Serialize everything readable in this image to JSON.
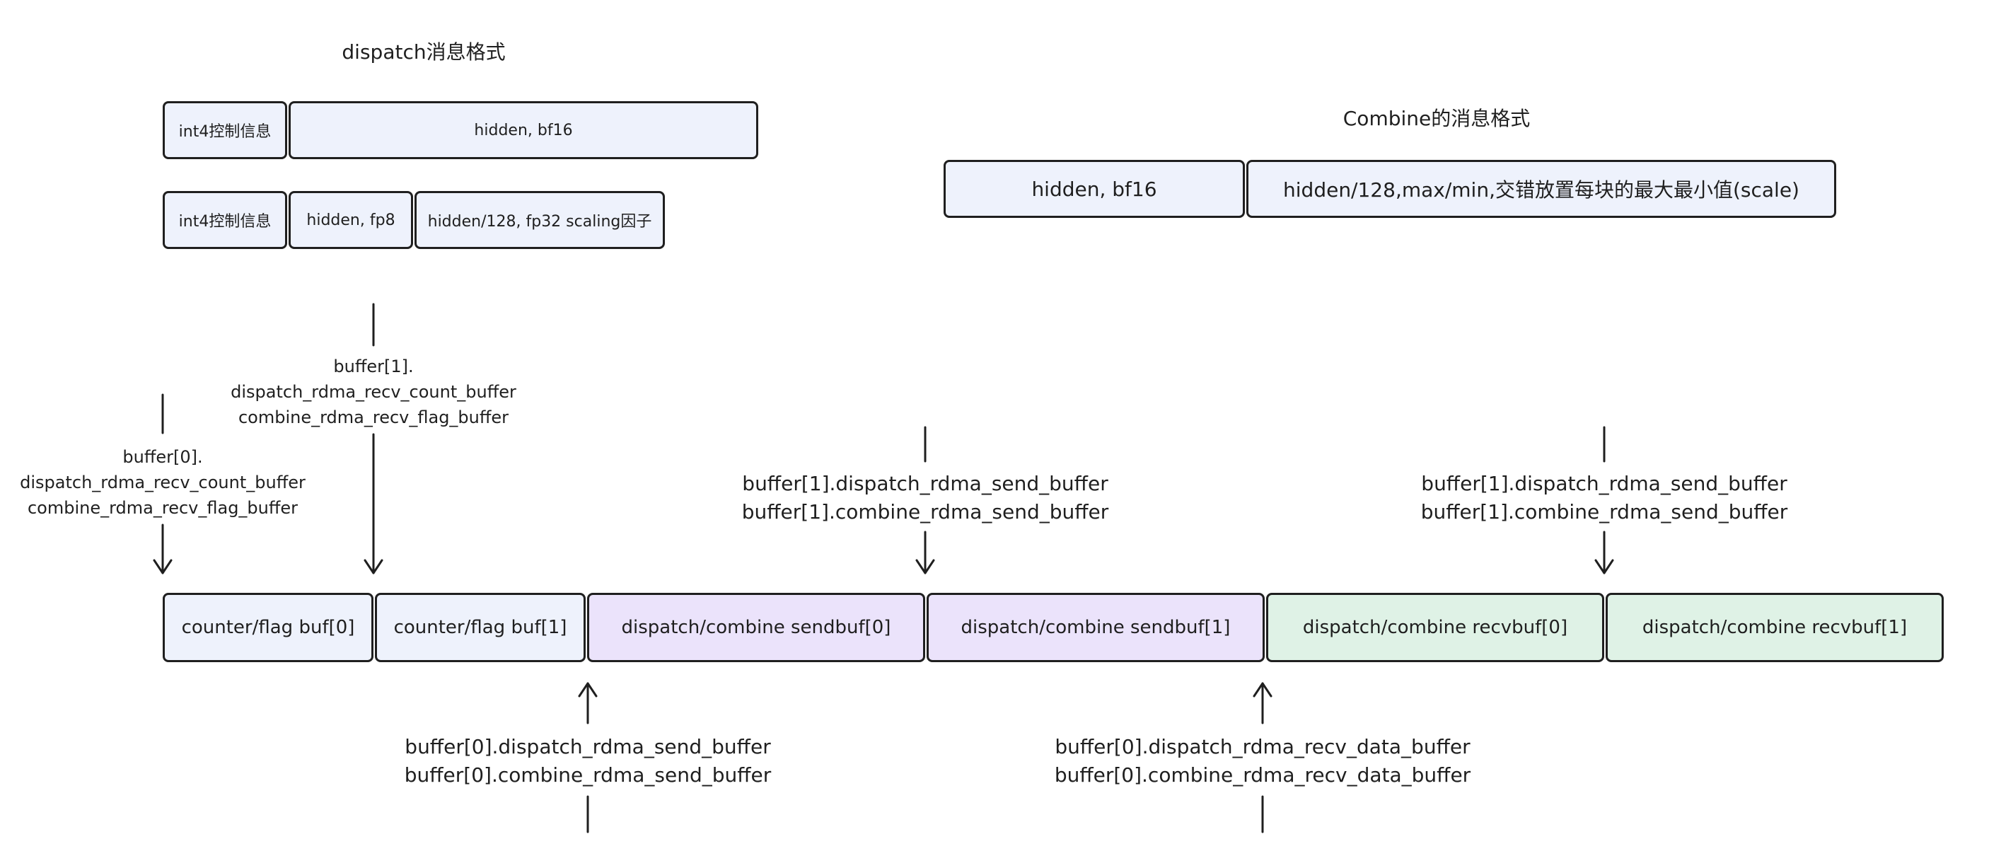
{
  "dispatch_format": {
    "title": "dispatch消息格式",
    "row1": [
      "int4控制信息",
      "hidden, bf16"
    ],
    "row2": [
      "int4控制信息",
      "hidden, fp8",
      "hidden/128, fp32 scaling因子"
    ]
  },
  "combine_format": {
    "title": "Combine的消息格式",
    "row": [
      "hidden, bf16",
      "hidden/128,max/min,交错放置每块的最大最小值(scale)"
    ]
  },
  "buffers": [
    "counter/flag buf[0]",
    "counter/flag buf[1]",
    "dispatch/combine sendbuf[0]",
    "dispatch/combine sendbuf[1]",
    "dispatch/combine recvbuf[0]",
    "dispatch/combine recvbuf[1]"
  ],
  "annotations": {
    "buf0_counter": [
      "buffer[0].",
      "dispatch_rdma_recv_count_buffer",
      "combine_rdma_recv_flag_buffer"
    ],
    "buf1_counter": [
      "buffer[1].",
      "dispatch_rdma_recv_count_buffer",
      "combine_rdma_recv_flag_buffer"
    ],
    "buf1_send_a": [
      "buffer[1].dispatch_rdma_send_buffer",
      "buffer[1].combine_rdma_send_buffer"
    ],
    "buf1_send_b": [
      "buffer[1].dispatch_rdma_send_buffer",
      "buffer[1].combine_rdma_send_buffer"
    ],
    "buf0_send": [
      "buffer[0].dispatch_rdma_send_buffer",
      "buffer[0].combine_rdma_send_buffer"
    ],
    "buf0_recv": [
      "buffer[0].dispatch_rdma_recv_data_buffer",
      "buffer[0].combine_rdma_recv_data_buffer"
    ]
  }
}
